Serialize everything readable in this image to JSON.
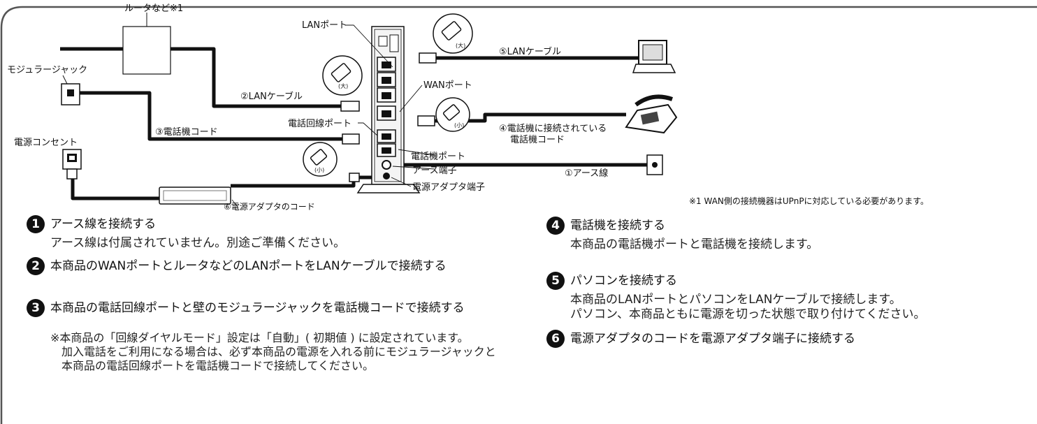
{
  "diagram": {
    "labels": {
      "router": "ルータなど※1",
      "lan_port": "LANポート",
      "modular_jack": "モジュラージャック",
      "lan_cable_2": "②LANケーブル",
      "wan_port": "WANポート",
      "phone_line_port": "電話回線ポート",
      "phone_cord_3": "③電話機コード",
      "power_outlet": "電源コンセント",
      "lan_cable_5": "⑤LANケーブル",
      "phone_cord_4_line1": "④電話機に接続されている",
      "phone_cord_4_line2": "電話機コード",
      "phone_port": "電話機ポート",
      "earth_terminal": "アース端子",
      "earth_wire": "①アース線",
      "adapter_terminal": "電源アダプタ端子",
      "adapter_cord": "⑥電源アダプタのコード",
      "plug_large": "(大)",
      "plug_small": "(小)"
    },
    "footnote": "※1  WAN側の接続機器はUPnPに対応している必要があります。"
  },
  "steps": [
    {
      "num": "1",
      "title": "アース線を接続する",
      "desc": "アース線は付属されていません。別途ご準備ください。"
    },
    {
      "num": "2",
      "title": "本商品のWANポートとルータなどのLANポートをLANケーブルで接続する"
    },
    {
      "num": "3",
      "title": "本商品の電話回線ポートと壁のモジュラージャックを電話機コードで接続する",
      "note1": "※本商品の「回線ダイヤルモード」設定は「自動」( 初期値 ) に設定されています。",
      "note2": "加入電話をご利用になる場合は、必ず本商品の電源を入れる前にモジュラージャックと本商品の電話回線ポートを電話機コードで接続してください。"
    },
    {
      "num": "4",
      "title": "電話機を接続する",
      "desc": "本商品の電話機ポートと電話機を接続します。"
    },
    {
      "num": "5",
      "title": "パソコンを接続する",
      "desc1": "本商品のLANポートとパソコンをLANケーブルで接続します。",
      "desc2": "パソコン、本商品ともに電源を切った状態で取り付けてください。"
    },
    {
      "num": "6",
      "title": "電源アダプタのコードを電源アダプタ端子に接続する"
    }
  ]
}
